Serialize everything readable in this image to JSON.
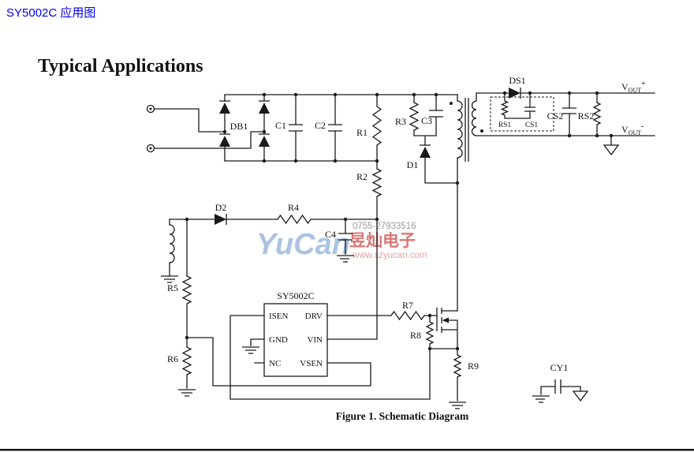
{
  "page": {
    "topnote": "SY5002C 应用图",
    "title": "Typical Applications",
    "caption": "Figure 1. Schematic Diagram"
  },
  "watermark": {
    "phone": "0755-27933516",
    "logo": "YuCan",
    "company": "昱灿电子",
    "site": "www.szyucan.com"
  },
  "ic": {
    "part": "SY5002C",
    "pins": {
      "left": [
        "ISEN",
        "GND",
        "NC"
      ],
      "right": [
        "DRV",
        "VIN",
        "VSEN"
      ]
    }
  },
  "components": {
    "db1": "DB1",
    "c1": "C1",
    "c2": "C2",
    "r1": "R1",
    "r2": "R2",
    "r3": "R3",
    "c3": "C3",
    "d1": "D1",
    "d2": "D2",
    "r4": "R4",
    "c4": "C4",
    "r5": "R5",
    "r6": "R6",
    "r7": "R7",
    "r8": "R8",
    "r9": "R9",
    "ds1": "DS1",
    "rs1": "RS1",
    "cs1": "CS1",
    "cs2": "CS2",
    "rs2": "RS2",
    "cy1": "CY1"
  },
  "terminals": {
    "v": "V",
    "out": "OUT",
    "plus": "+",
    "minus": "-"
  },
  "colors": {
    "note_blue": "#0000ee",
    "wm_logo_blue": "#9db9dc",
    "wm_red": "#d45f5f",
    "wm_pink": "#e8a0a0",
    "wm_gray": "#9a9a9a"
  }
}
